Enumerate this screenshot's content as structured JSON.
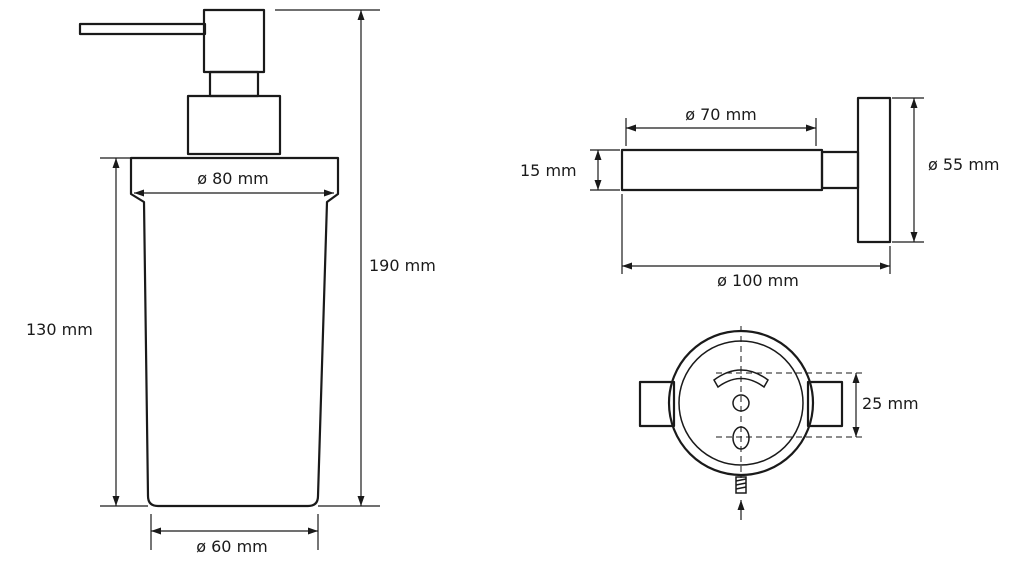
{
  "dimensions": {
    "cup_diameter": "ø 80 mm",
    "total_height": "190 mm",
    "cup_height": "130 mm",
    "base_diameter": "ø 60 mm",
    "arm_diameter": "ø 70 mm",
    "arm_thickness": "15 mm",
    "flange_diameter": "ø 55 mm",
    "projection": "ø 100 mm",
    "screw_spacing": "25 mm"
  }
}
